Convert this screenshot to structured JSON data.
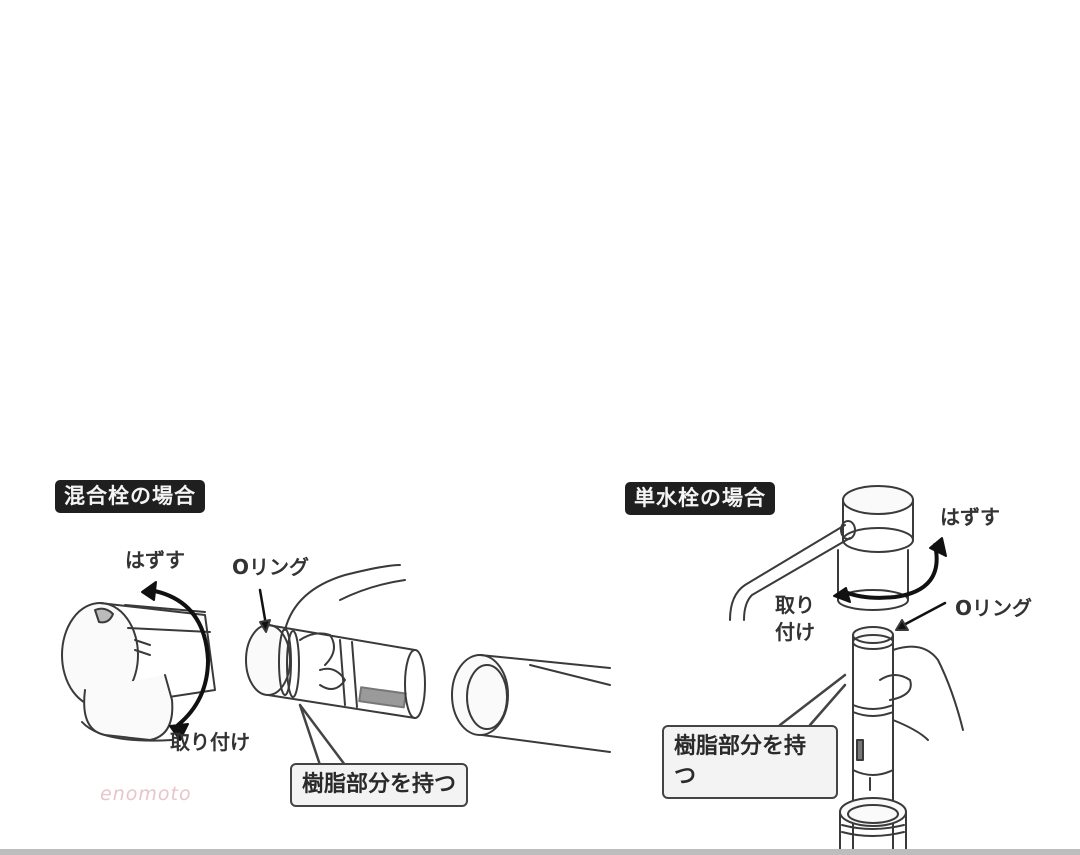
{
  "diagram": {
    "left_panel": {
      "title": "混合栓の場合",
      "labels": {
        "remove": "はずす",
        "o_ring": "Oリング",
        "attach": "取り付け"
      },
      "callout": "樹脂部分を持つ",
      "watermark": "enomoto"
    },
    "right_panel": {
      "title": "単水栓の場合",
      "labels": {
        "remove": "はずす",
        "o_ring": "Oリング",
        "attach": "取り付け"
      },
      "callout": "樹脂部分を持つ"
    },
    "colors": {
      "tag_background": "#1f1f1f",
      "tag_text": "#f4f4f4",
      "line": "#333333",
      "callout_background": "#f3f3f3",
      "watermark": "#e8c4cc"
    }
  }
}
